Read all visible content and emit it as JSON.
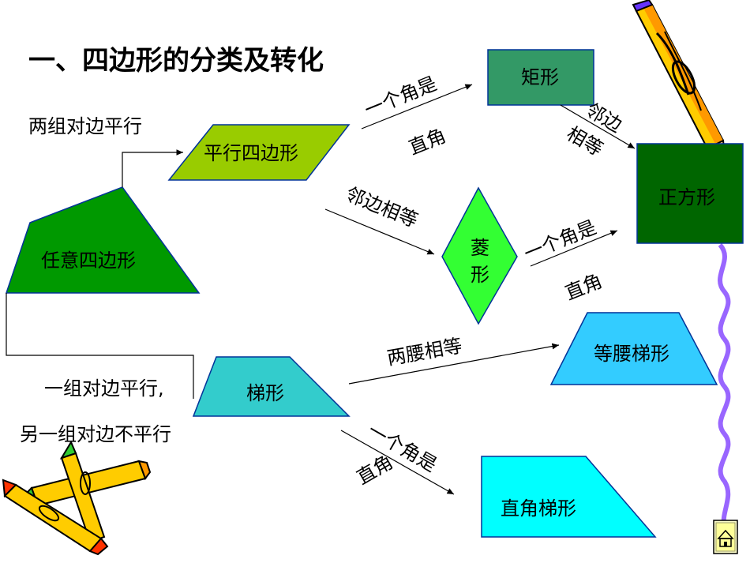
{
  "title": "一、四边形的分类及转化",
  "shapes": {
    "arbitrary": "任意四边形",
    "parallelogram": "平行四边形",
    "rectangle": "矩形",
    "square": "正方形",
    "rhombus_line1": "菱",
    "rhombus_line2": "形",
    "trapezoid": "梯形",
    "isosceles_trapezoid": "等腰梯形",
    "right_trapezoid": "直角梯形"
  },
  "conditions": {
    "two_pairs_parallel": "两组对边平行",
    "one_pair_parallel": "一组对边平行,",
    "other_pair_not_parallel": "另一组对边不平行",
    "pg_to_rect_top": "一个角是",
    "pg_to_rect_bottom": "直角",
    "pg_to_rhombus": "邻边相等",
    "rect_to_square_line1": "邻边",
    "rect_to_square_line2": "相等",
    "rhombus_to_square_top": "一个角是",
    "rhombus_to_square_bottom": "直角",
    "trap_to_iso": "两腰相等",
    "trap_to_right_top": "一个角是",
    "trap_to_right_bottom": "直角"
  },
  "colors": {
    "arbitrary_fill": "#009900",
    "parallelogram_fill": "#99cc00",
    "rectangle_fill": "#339966",
    "square_fill": "#006600",
    "rhombus_fill": "#33ff33",
    "trapezoid_fill": "#33cccc",
    "isosceles_fill": "#33ccff",
    "right_trapezoid_fill": "#00ffff",
    "outline": "#003399",
    "squiggle": "#9966ff"
  },
  "icons": [
    "pencil-icon",
    "crayons-icon",
    "home-icon"
  ]
}
